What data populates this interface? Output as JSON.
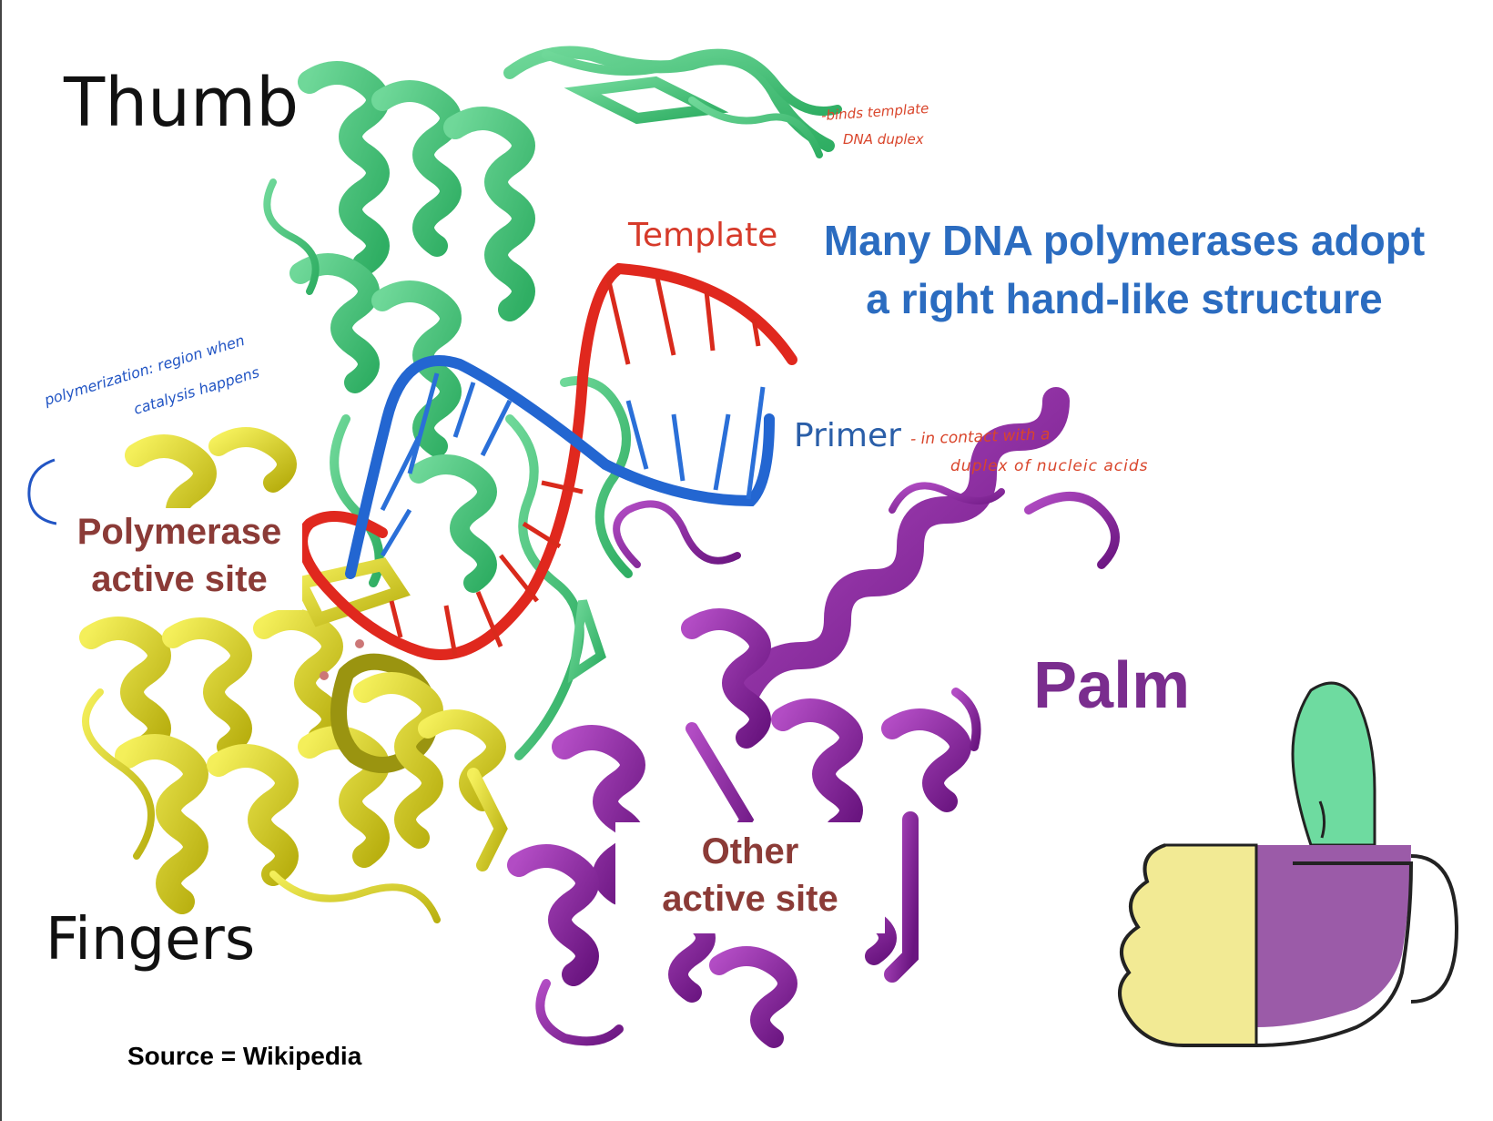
{
  "labels": {
    "thumb": "Thumb",
    "fingers": "Fingers",
    "palm": "Palm",
    "template": "Template",
    "primer": "Primer"
  },
  "headline": "Many DNA polymerases adopt a right hand-like structure",
  "sites": {
    "polymerase_line1": "Polymerase",
    "polymerase_line2": "active site",
    "other_line1": "Other",
    "other_line2": "active site"
  },
  "notes": {
    "thumb_line1": "-binds template",
    "thumb_line2": "DNA duplex",
    "primer_line1": "- in contact with a",
    "primer_line2": "duplex of nucleic acids",
    "poly_line1": "polymerization: region when",
    "poly_line2": "catalysis happens"
  },
  "source": "Source = Wikipedia",
  "colors": {
    "thumb": "#4fc87f",
    "fingers": "#e8e02a",
    "palm": "#8a2aa0",
    "template": "#e0281e",
    "primer": "#2366d1",
    "headline": "#2b6cc0",
    "site_text": "#8b3b37",
    "palm_label": "#7a2d8e"
  }
}
